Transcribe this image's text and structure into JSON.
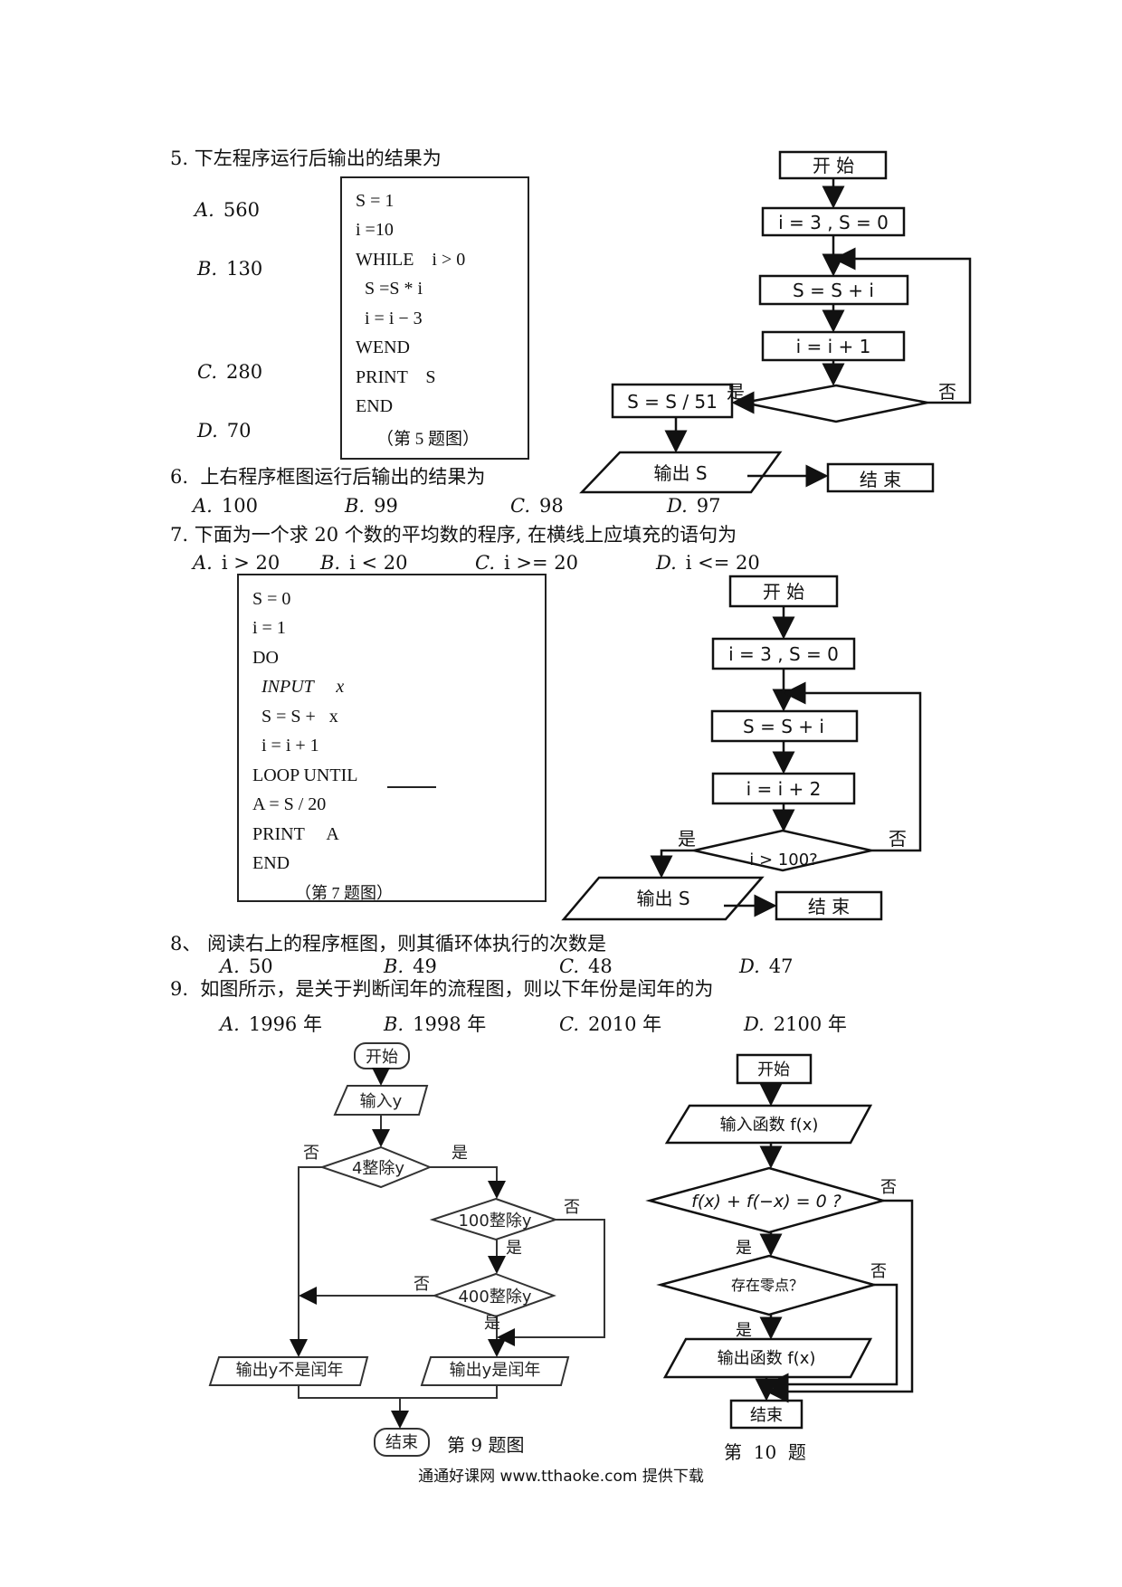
{
  "q5": {
    "question": "5. 下左程序运行后输出的结果为",
    "options": [
      {
        "letter": "A.",
        "value": "560"
      },
      {
        "letter": "B.",
        "value": "130"
      },
      {
        "letter": "C.",
        "value": "280"
      },
      {
        "letter": "D.",
        "value": "70"
      }
    ],
    "code": [
      "S = 1",
      "i =10",
      "WHILE    i > 0",
      "  S =S * i",
      "  i = i − 3",
      "WEND",
      "PRINT    S",
      "END"
    ],
    "caption": "（第 5 题图）"
  },
  "flow6": {
    "start": "开    始",
    "init": "i = 3 , S = 0",
    "add": "S = S + i",
    "inc": "i = i + 1",
    "yes": "是",
    "no": "否",
    "div": "S = S / 51",
    "output": "输出 S",
    "end": "结    束"
  },
  "q6": {
    "question": "6.  上右程序框图运行后输出的结果为",
    "options": [
      {
        "letter": "A.",
        "value": "100"
      },
      {
        "letter": "B.",
        "value": "99"
      },
      {
        "letter": "C.",
        "value": "98"
      },
      {
        "letter": "D.",
        "value": "97"
      }
    ]
  },
  "q7": {
    "question": "7. 下面为一个求 20 个数的平均数的程序, 在横线上应填充的语句为",
    "options": [
      {
        "letter": "A.",
        "value": "i > 20"
      },
      {
        "letter": "B.",
        "value": "i < 20"
      },
      {
        "letter": "C.",
        "value": "i >= 20"
      },
      {
        "letter": "D.",
        "value": "i <= 20"
      }
    ],
    "code": [
      "S = 0",
      "i = 1",
      "DO",
      "  INPUT     x",
      "  S = S +   x",
      "  i = i + 1",
      "LOOP UNTIL",
      "A = S / 20",
      "PRINT     A",
      "END"
    ],
    "caption": "（第 7 题图）"
  },
  "flow8": {
    "start": "开    始",
    "init": "i = 3 , S = 0",
    "add": "S = S + i",
    "inc": "i = i + 2",
    "cond": "i > 100?",
    "yes": "是",
    "no": "否",
    "output": "输出 S",
    "end": "结    束"
  },
  "q8": {
    "question": "8、 阅读右上的程序框图，则其循环体执行的次数是",
    "options": [
      {
        "letter": "A.",
        "value": "50"
      },
      {
        "letter": "B.",
        "value": "49"
      },
      {
        "letter": "C.",
        "value": "48"
      },
      {
        "letter": "D.",
        "value": "47"
      }
    ]
  },
  "q9": {
    "question": "9.  如图所示，是关于判断闰年的流程图，则以下年份是闰年的为",
    "options": [
      {
        "letter": "A.",
        "value": "1996 年"
      },
      {
        "letter": "B.",
        "value": "1998 年"
      },
      {
        "letter": "C.",
        "value": "2010 年"
      },
      {
        "letter": "D.",
        "value": "2100 年"
      }
    ],
    "flow": {
      "start": "开始",
      "input": "输入y",
      "d1": "4整除y",
      "d2": "100整除y",
      "d3": "400整除y",
      "yes": "是",
      "no": "否",
      "out_no": "输出y不是闰年",
      "out_yes": "输出y是闰年",
      "end": "结束"
    },
    "caption": "第 9 题图"
  },
  "q10": {
    "flow": {
      "start": "开始",
      "input": "输入函数 f(x)",
      "d1": "f(x) + f(−x) = 0 ?",
      "d2": "存在零点？",
      "yes": "是",
      "no": "否",
      "output": "输出函数 f(x)",
      "end": "结束"
    },
    "caption": "第  10  题"
  },
  "footer": "通通好课网   www.tthaoke.com  提供下载"
}
